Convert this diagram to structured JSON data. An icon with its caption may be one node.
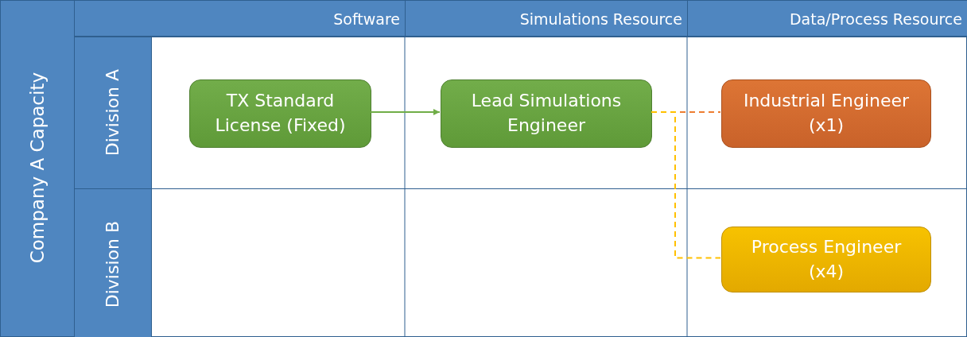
{
  "diagram": {
    "nodes": [
      {
        "text": [
          "Company A Capacity"
        ]
      },
      {
        "text": [
          "Division A"
        ],
        "in": 0
      },
      {
        "text": [
          "Division B"
        ],
        "in": 0
      },
      {
        "text": [
          "Software"
        ],
        "in": 0
      },
      {
        "text": [
          "Simulations Resource"
        ],
        "in": 0
      },
      {
        "text": [
          "Data/Process Resource"
        ],
        "in": 0
      },
      {
        "text": [
          "TX Standard License (Fixed)"
        ],
        "in": 1
      },
      {
        "text": [
          "Lead Simulations Engineer"
        ],
        "in": 1
      },
      {
        "text": [
          "Industrial Engineer (x1)"
        ],
        "in": 1
      },
      {
        "text": [
          "Process Engineer (x4)"
        ],
        "in": 2
      }
    ],
    "edges": [
      {
        "from": 6,
        "to": 7,
        "arrow": "to",
        "color": "#70ad47"
      },
      {
        "from": 7,
        "to": 8,
        "arrow": "none",
        "style": "dashed",
        "color": "#ed7d31"
      },
      {
        "from": 7,
        "to": 9,
        "arrow": "none",
        "style": "dashed",
        "color": "#ffc000"
      }
    ]
  }
}
